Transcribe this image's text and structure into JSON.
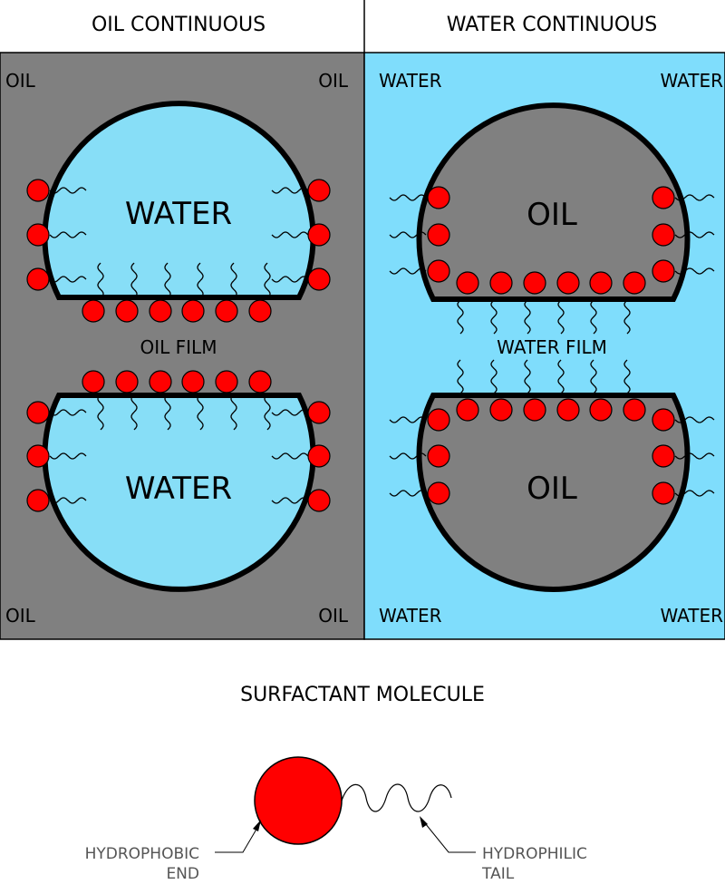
{
  "panels": {
    "left": {
      "title": "OIL CONTINUOUS",
      "corner_label": "OIL",
      "droplet_label": "WATER",
      "film_label": "OIL FILM",
      "background_color": "#808080",
      "droplet_color": "#87DEF7"
    },
    "right": {
      "title": "WATER CONTINUOUS",
      "corner_label": "WATER",
      "droplet_label": "OIL",
      "film_label": "WATER FILM",
      "background_color": "#7FDDFC",
      "droplet_color": "#808080"
    }
  },
  "legend": {
    "title": "SURFACTANT MOLECULE",
    "head_label_line1": "HYDROPHOBIC",
    "head_label_line2": "END",
    "tail_label_line1": "HYDROPHILIC",
    "tail_label_line2": "TAIL"
  },
  "colors": {
    "surfactant_head": "#FF0000",
    "outline": "#000000"
  }
}
